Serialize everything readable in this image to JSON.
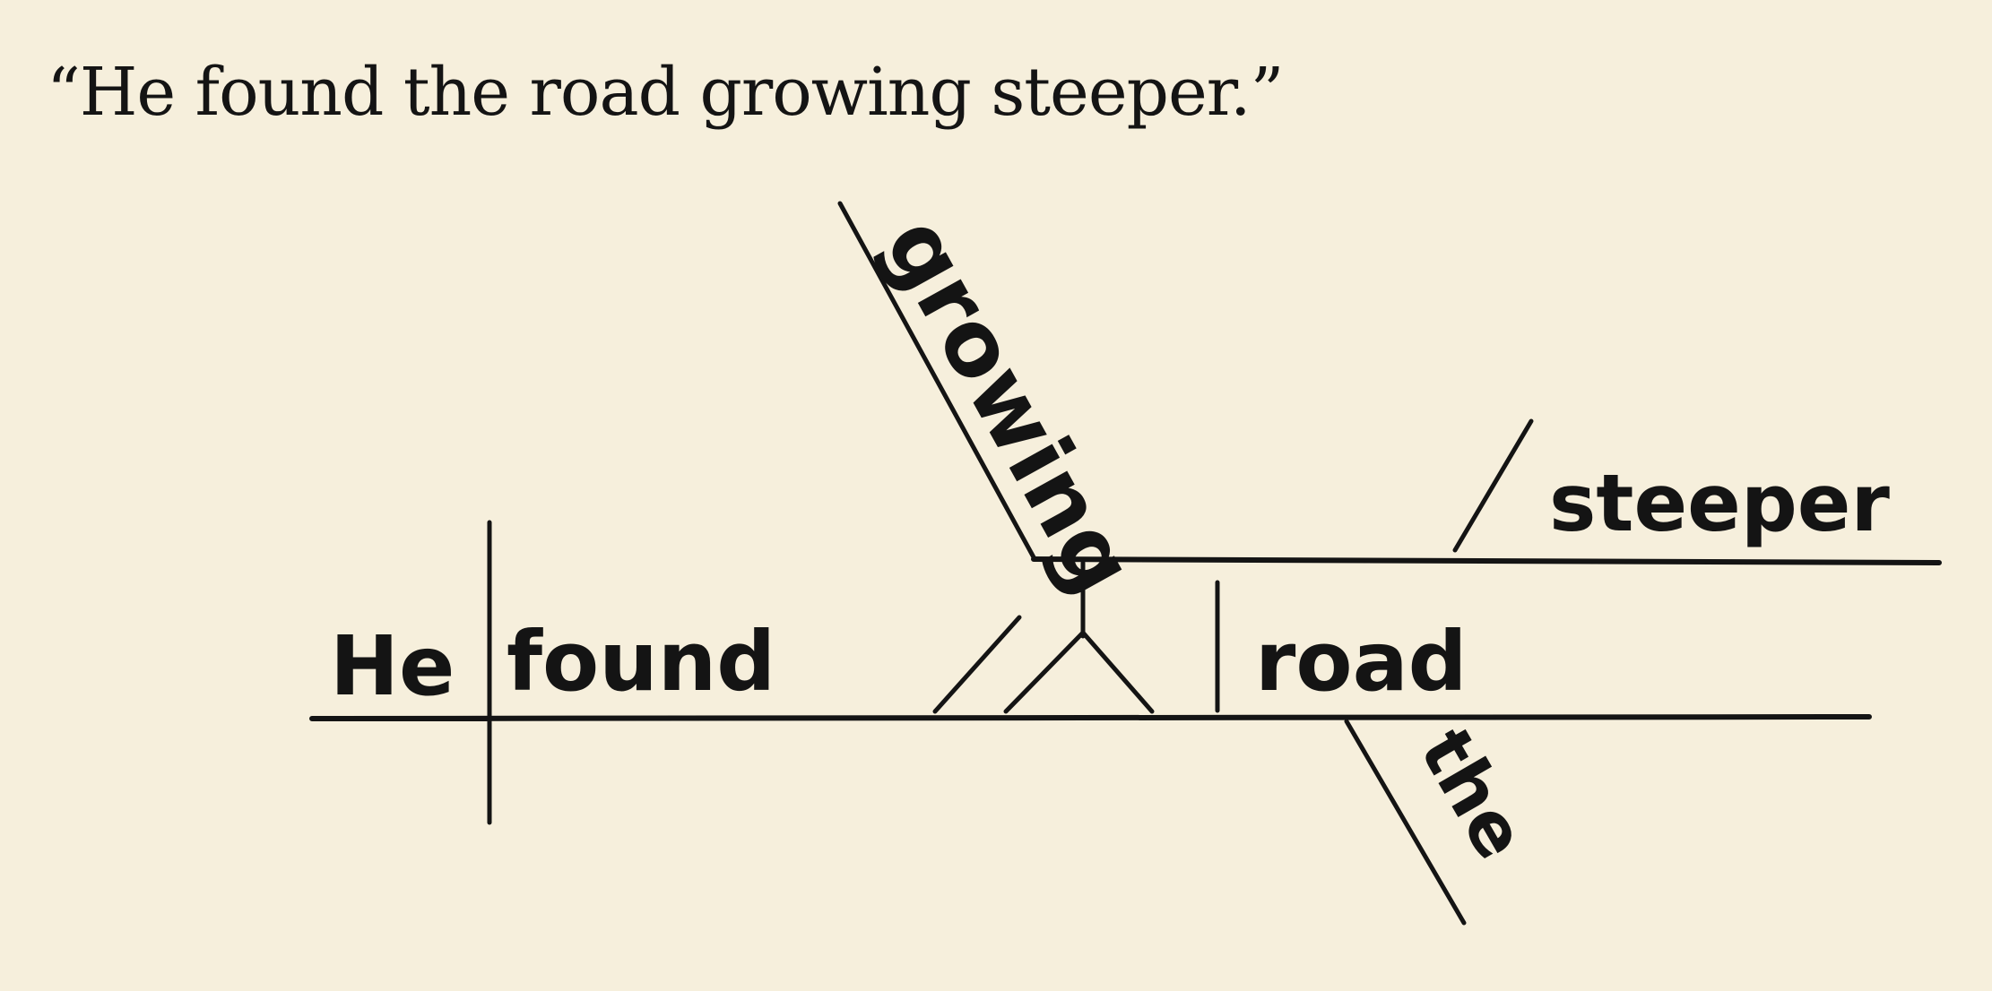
{
  "caption": "“He found the road growing steeper.”",
  "diagram": {
    "subject": "He",
    "verb": "found",
    "object": "road",
    "object_modifier": "the",
    "participle": "growing",
    "complement": "steeper"
  },
  "colors": {
    "paper": "#f6efdc",
    "ink": "#141414"
  }
}
